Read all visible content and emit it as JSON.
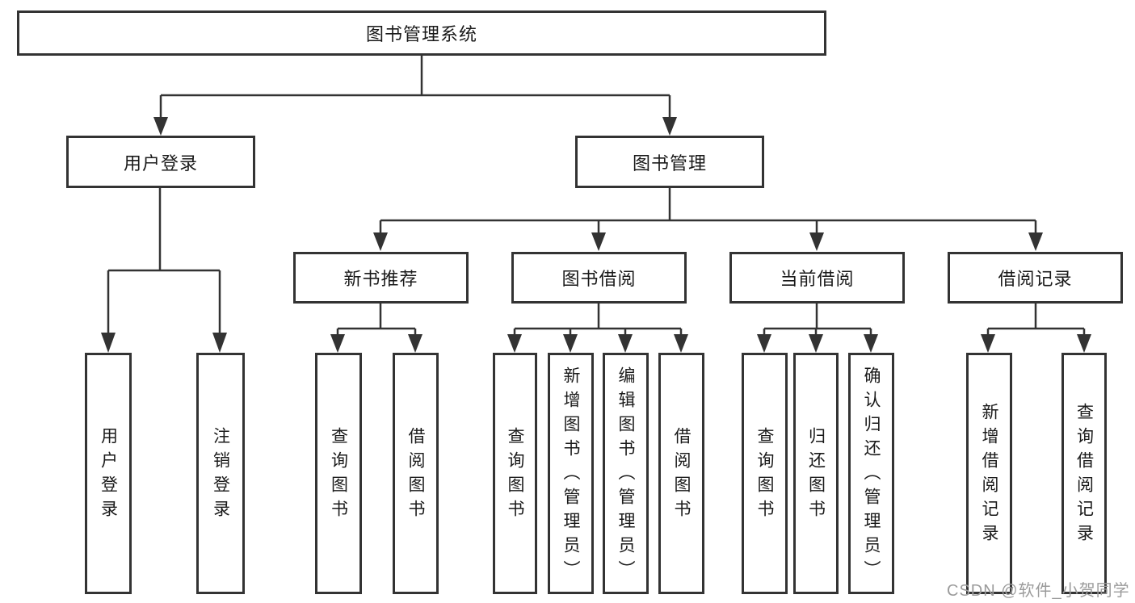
{
  "colors": {
    "line": "#333333",
    "box_border": "#333333",
    "box_fill": "#ffffff",
    "text": "#1a1a1a",
    "watermark": "#9b9b9b",
    "background": "#ffffff"
  },
  "tree": {
    "root": "图书管理系统",
    "branches": [
      {
        "label": "用户登录",
        "children": [
          "用户登录",
          "注销登录"
        ]
      },
      {
        "label": "图书管理",
        "groups": [
          {
            "label": "新书推荐",
            "children": [
              "查询图书",
              "借阅图书"
            ]
          },
          {
            "label": "图书借阅",
            "children": [
              "查询图书",
              "新增图书（管理员）",
              "编辑图书（管理员）",
              "借阅图书"
            ]
          },
          {
            "label": "当前借阅",
            "children": [
              "查询图书",
              "归还图书",
              "确认归还（管理员）"
            ]
          },
          {
            "label": "借阅记录",
            "children": [
              "新增借阅记录",
              "查询借阅记录"
            ]
          }
        ]
      }
    ]
  },
  "watermark": {
    "text": "CSDN @软件_小贺同学"
  }
}
